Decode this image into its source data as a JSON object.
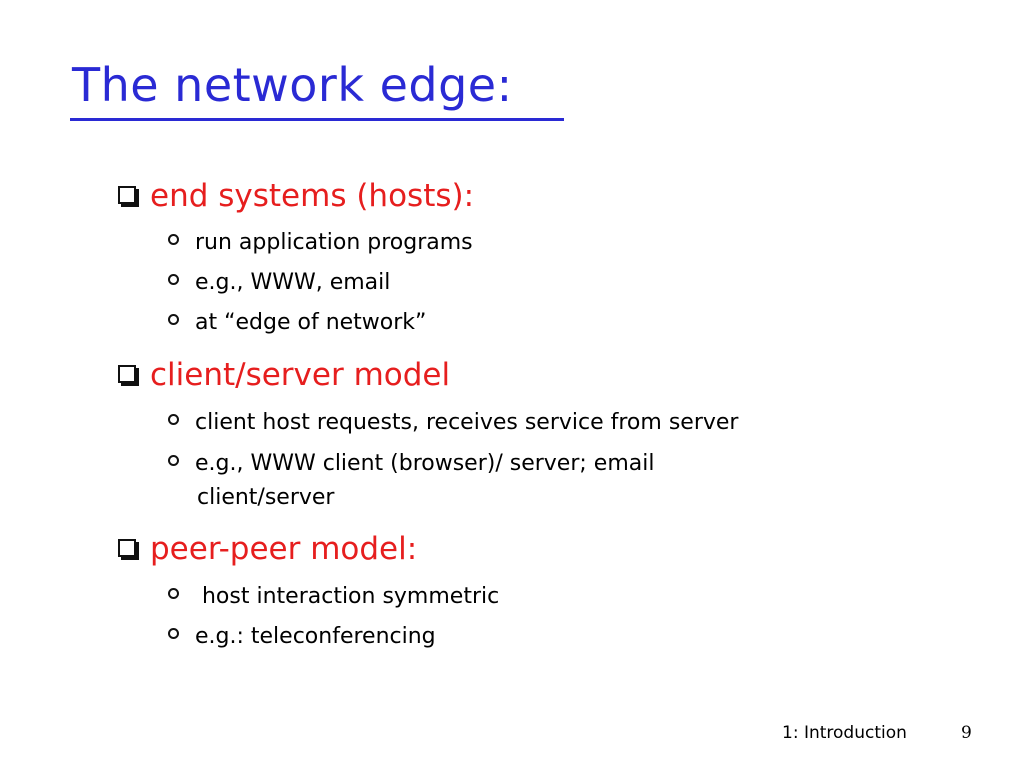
{
  "slide": {
    "title": "The network edge:",
    "bullets": [
      {
        "text": "end systems (hosts):",
        "sub": [
          "run application programs",
          "e.g., WWW, email",
          "at “edge of network”"
        ]
      },
      {
        "text": "client/server model",
        "sub": [
          "client host requests, receives service from server",
          "e.g., WWW client (browser)/ server; email",
          "client/server"
        ]
      },
      {
        "text": "peer-peer model:",
        "sub": [
          " host interaction symmetric",
          "e.g.: teleconferencing"
        ]
      }
    ],
    "footer": "1: Introduction",
    "page_number": "9"
  },
  "colors": {
    "title": "#2a2ad4",
    "level1_text": "#e61e1e",
    "level2_text": "#000000"
  }
}
